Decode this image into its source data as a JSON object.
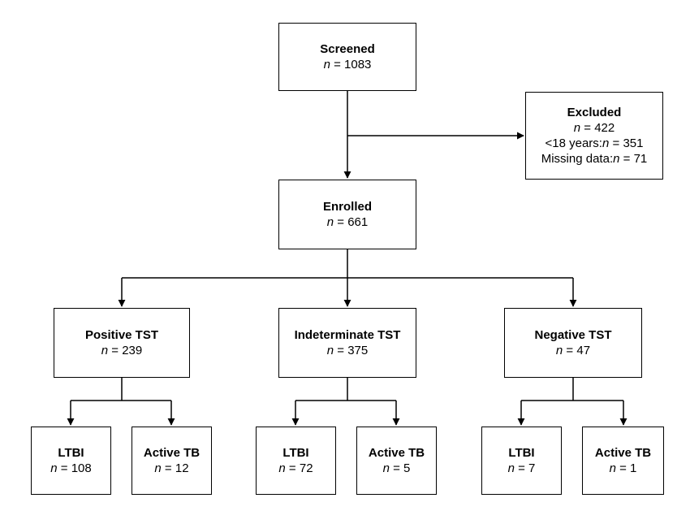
{
  "nodes": {
    "screened": {
      "title": "Screened",
      "n": "1083"
    },
    "excluded": {
      "title": "Excluded",
      "n": "422",
      "details": [
        {
          "label": "<18 years:",
          "n": "351"
        },
        {
          "label": "Missing data:",
          "n": "71"
        }
      ]
    },
    "enrolled": {
      "title": "Enrolled",
      "n": "661"
    },
    "positive": {
      "title": "Positive TST",
      "n": "239"
    },
    "indeterminate": {
      "title": "Indeterminate TST",
      "n": "375"
    },
    "negative": {
      "title": "Negative TST",
      "n": "47"
    },
    "pos_ltbi": {
      "title": "LTBI",
      "n": "108"
    },
    "pos_active": {
      "title": "Active TB",
      "n": "12"
    },
    "ind_ltbi": {
      "title": "LTBI",
      "n": "72"
    },
    "ind_active": {
      "title": "Active TB",
      "n": "5"
    },
    "neg_ltbi": {
      "title": "LTBI",
      "n": "7"
    },
    "neg_active": {
      "title": "Active TB",
      "n": "1"
    }
  },
  "symbols": {
    "n_var": "n",
    "eq": " = "
  }
}
